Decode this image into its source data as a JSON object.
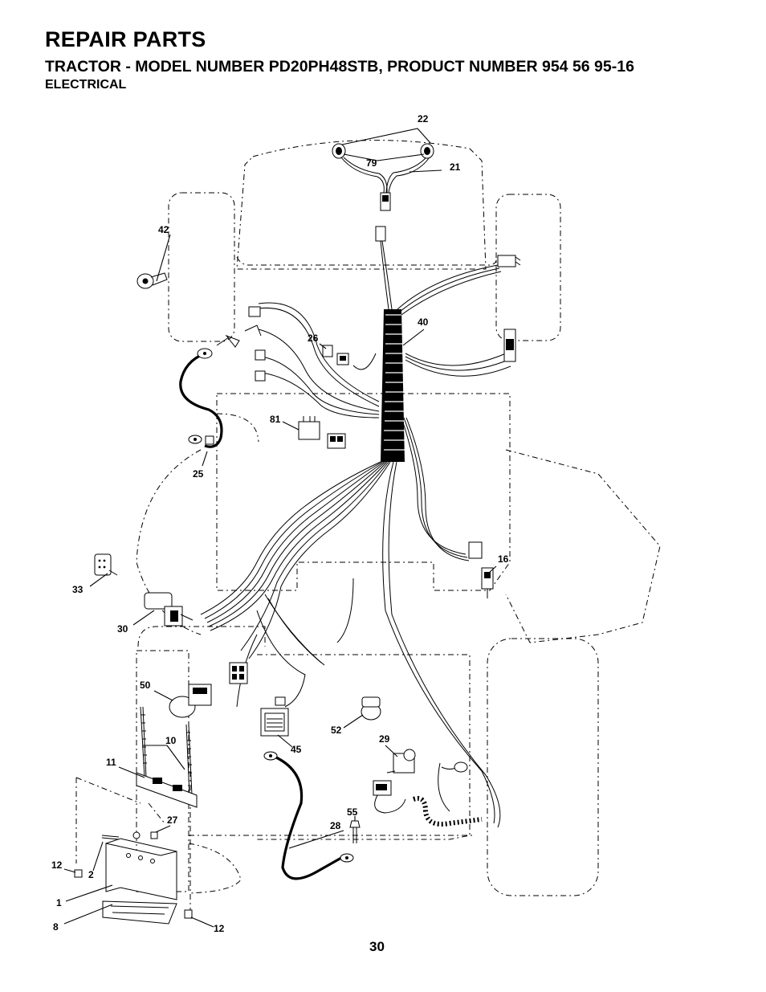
{
  "header": {
    "title": "REPAIR PARTS",
    "subtitle": "TRACTOR - MODEL NUMBER PD20PH48STB, PRODUCT NUMBER 954 56 95-16",
    "section": "ELECTRICAL"
  },
  "callouts": {
    "c22": "22",
    "c79": "79",
    "c21": "21",
    "c42": "42",
    "c40": "40",
    "c26": "26",
    "c81": "81",
    "c25": "25",
    "c16": "16",
    "c33": "33",
    "c30": "30",
    "c50": "50",
    "c10": "10",
    "c11": "11",
    "c45": "45",
    "c52": "52",
    "c29": "29",
    "c27": "27",
    "c55": "55",
    "c28": "28",
    "c12a": "12",
    "c2": "2",
    "c1": "1",
    "c8": "8",
    "c12b": "12"
  },
  "footer": {
    "page_number": "30"
  }
}
